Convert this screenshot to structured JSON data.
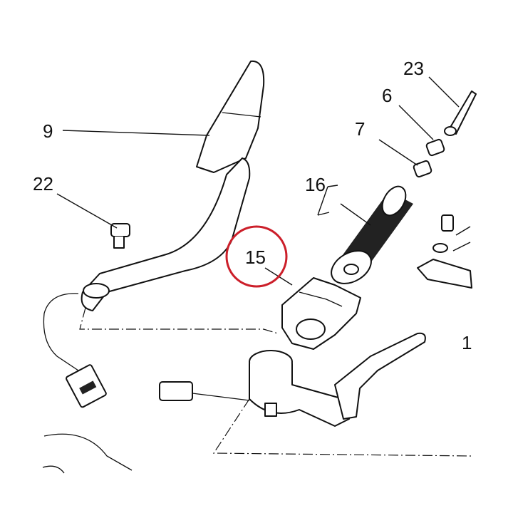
{
  "labels": {
    "l9": "9",
    "l22": "22",
    "l23": "23",
    "l6": "6",
    "l7": "7",
    "l16": "16",
    "l15": "15",
    "l1": "1"
  },
  "highlight_color": "#cc1f2a"
}
